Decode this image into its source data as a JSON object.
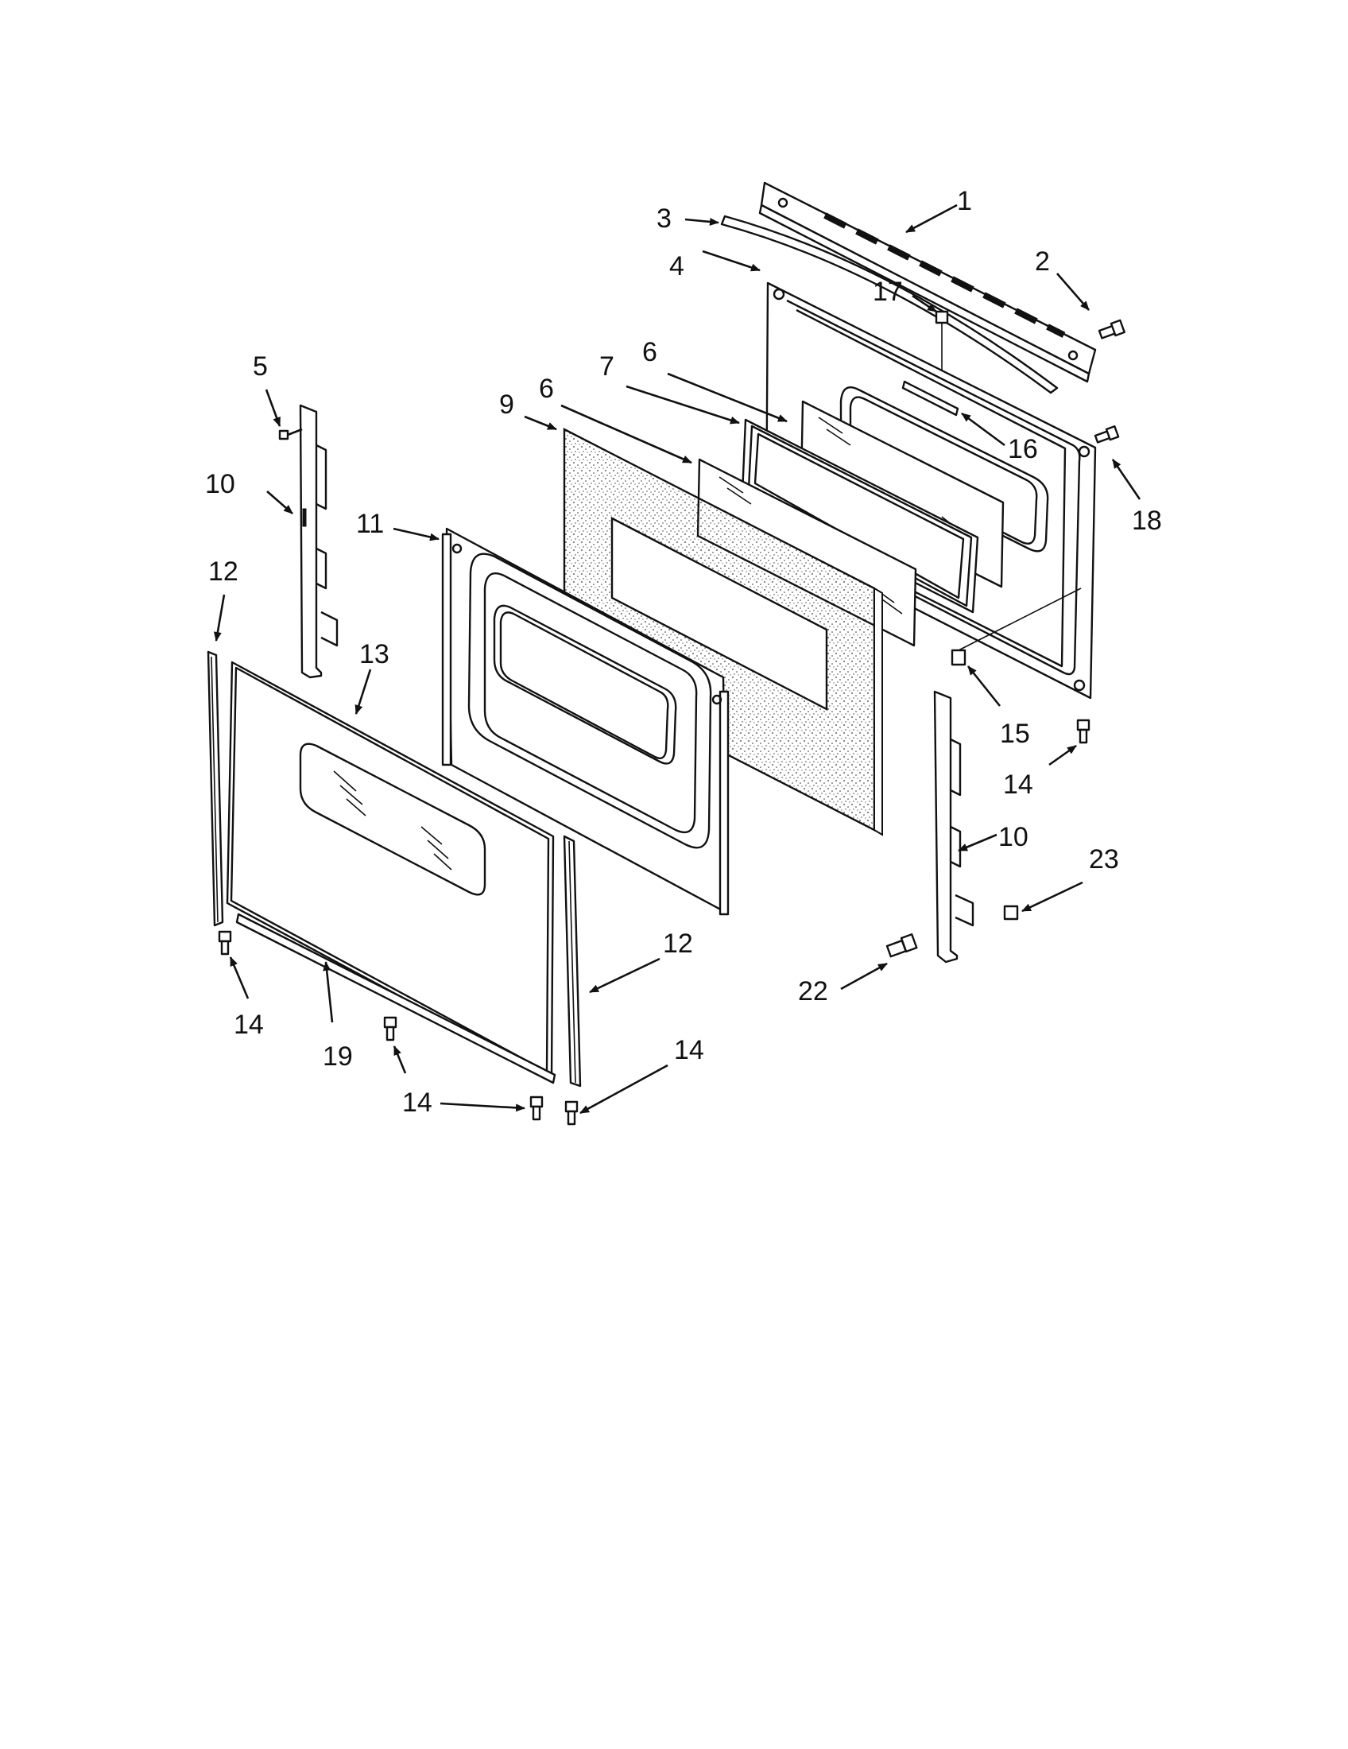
{
  "callouts": [
    {
      "id": "c1",
      "text": "1"
    },
    {
      "id": "c2",
      "text": "2"
    },
    {
      "id": "c3",
      "text": "3"
    },
    {
      "id": "c4",
      "text": "4"
    },
    {
      "id": "c5",
      "text": "5"
    },
    {
      "id": "c6a",
      "text": "6"
    },
    {
      "id": "c6b",
      "text": "6"
    },
    {
      "id": "c7",
      "text": "7"
    },
    {
      "id": "c9",
      "text": "9"
    },
    {
      "id": "c10a",
      "text": "10"
    },
    {
      "id": "c10b",
      "text": "10"
    },
    {
      "id": "c11",
      "text": "11"
    },
    {
      "id": "c12a",
      "text": "12"
    },
    {
      "id": "c12b",
      "text": "12"
    },
    {
      "id": "c13",
      "text": "13"
    },
    {
      "id": "c14a",
      "text": "14"
    },
    {
      "id": "c14b",
      "text": "14"
    },
    {
      "id": "c14c",
      "text": "14"
    },
    {
      "id": "c14d",
      "text": "14"
    },
    {
      "id": "c15",
      "text": "15"
    },
    {
      "id": "c16",
      "text": "16"
    },
    {
      "id": "c17",
      "text": "17"
    },
    {
      "id": "c18",
      "text": "18"
    },
    {
      "id": "c19",
      "text": "19"
    },
    {
      "id": "c22",
      "text": "22"
    },
    {
      "id": "c23",
      "text": "23"
    }
  ]
}
